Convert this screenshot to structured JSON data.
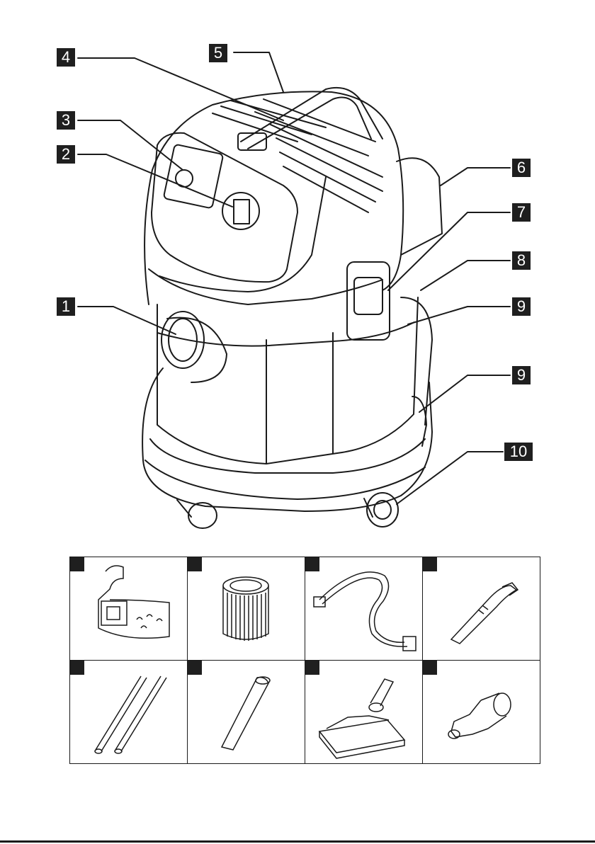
{
  "callouts": [
    {
      "id": "1",
      "label": "1"
    },
    {
      "id": "2",
      "label": "2"
    },
    {
      "id": "3",
      "label": "3"
    },
    {
      "id": "4",
      "label": "4"
    },
    {
      "id": "5",
      "label": "5"
    },
    {
      "id": "6",
      "label": "6"
    },
    {
      "id": "7",
      "label": "7"
    },
    {
      "id": "8",
      "label": "8"
    },
    {
      "id": "9a",
      "label": "9"
    },
    {
      "id": "9b",
      "label": "9"
    },
    {
      "id": "10",
      "label": "10"
    }
  ],
  "accessories": [
    "filter-bag-icon",
    "cartridge-filter-icon",
    "suction-hose-icon",
    "elbow-handle-icon",
    "suction-tubes-icon",
    "crevice-nozzle-icon",
    "floor-nozzle-icon",
    "adapter-icon"
  ],
  "colors": {
    "ink": "#1a1a1a",
    "label_bg": "#1f1f1f",
    "label_text": "#ffffff",
    "paper": "#ffffff"
  }
}
